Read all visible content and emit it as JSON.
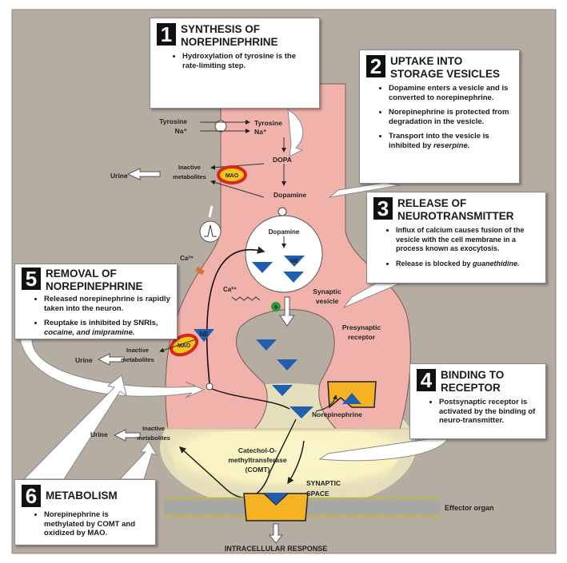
{
  "colors": {
    "background": "#b5aca2",
    "neuron": "#f2b2ac",
    "synaptic_glow": "#fbf6c8",
    "receptor": "#f5b324",
    "ne_triangle": "#1f5fae",
    "mao": "#e8302a"
  },
  "boxes": [
    {
      "num": "1",
      "title": "SYNTHESIS OF NOREPINEPHRINE",
      "bullets": [
        [
          "Hydroxylation of tyrosine is the rate-limiting step.",
          ""
        ]
      ]
    },
    {
      "num": "2",
      "title": "UPTAKE INTO STORAGE VESICLES",
      "bullets": [
        [
          "Dopamine enters a vesicle and is converted to norepinephrine.",
          ""
        ],
        [
          "Norepinephrine is protected from degradation in the vesicle.",
          ""
        ],
        [
          "Transport into the vesicle is inhibited by ",
          "reserpine."
        ]
      ]
    },
    {
      "num": "3",
      "title": "RELEASE OF NEUROTRANSMITTER",
      "bullets": [
        [
          "Influx of calcium causes fusion of the vesicle with the cell membrane in a process known as exocytosis.",
          ""
        ],
        [
          "Release is blocked by ",
          "guanethidine."
        ]
      ]
    },
    {
      "num": "4",
      "title": "BINDING TO RECEPTOR",
      "bullets": [
        [
          "Postsynaptic receptor is activated by the binding of neuro-transmitter.",
          ""
        ]
      ]
    },
    {
      "num": "5",
      "title": "REMOVAL OF NOREPINEPHRINE",
      "bullets": [
        [
          "Released norepinephrine is rapidly taken into the neuron.",
          ""
        ],
        [
          "Reuptake is inhibited by SNRIs, ",
          "cocaine, and imipramine."
        ]
      ]
    },
    {
      "num": "6",
      "title": "METABOLISM",
      "bullets": [
        [
          "Norepinephrine is methylated by COMT and oxidized by MAO.",
          ""
        ]
      ]
    }
  ],
  "labels": {
    "tyrosine_out": "Tyrosine",
    "na_out": "Na⁺",
    "tyrosine_in": "Tyrosine",
    "na_in": "Na⁺",
    "dopa": "DOPA",
    "dopamine": "Dopamine",
    "dopamine_vesicle": "Dopamine",
    "ne": "NE",
    "ne2": "NE",
    "mao": "MAO",
    "mao2": "MAO",
    "inactive": "Inactive",
    "metabolites": "metabolites",
    "urine": "Urine",
    "synaptic": "Synaptic",
    "vesicle": "vesicle",
    "ca1": "Ca²⁺",
    "ca2": "Ca²⁺",
    "plus": "+",
    "presynaptic": "Presynaptic",
    "receptor": "receptor",
    "norepinephrine": "Norepinephrine",
    "comt1": "Catechol-O-",
    "comt2": "methyltransferase",
    "comt3": "(COMT)",
    "synaptic_space1": "SYNAPTIC",
    "synaptic_space2": "SPACE",
    "effector": "Effector organ",
    "response": "INTRACELLULAR RESPONSE"
  }
}
